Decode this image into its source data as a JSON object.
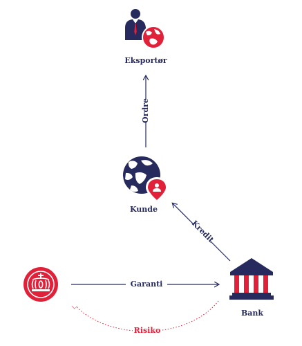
{
  "colors": {
    "navy": "#262a5c",
    "red": "#e1213a",
    "white": "#ffffff"
  },
  "nodes": {
    "exporter": {
      "label": "Eksportør",
      "icon": "exporter-person-globe-icon"
    },
    "customer": {
      "label": "Kunde",
      "icon": "globe-location-pin-icon"
    },
    "guarantor": {
      "icon": "crown-seal-icon"
    },
    "bank": {
      "label": "Bank",
      "icon": "bank-building-icon"
    }
  },
  "edges": {
    "order": {
      "label": "Ordre",
      "from": "customer",
      "to": "exporter"
    },
    "credit": {
      "label": "Kredit",
      "from": "bank",
      "to": "customer"
    },
    "guarantee": {
      "label": "Garanti",
      "from": "guarantor",
      "to": "bank"
    },
    "risk": {
      "label": "Risiko",
      "from": "bank",
      "to": "guarantor"
    }
  }
}
